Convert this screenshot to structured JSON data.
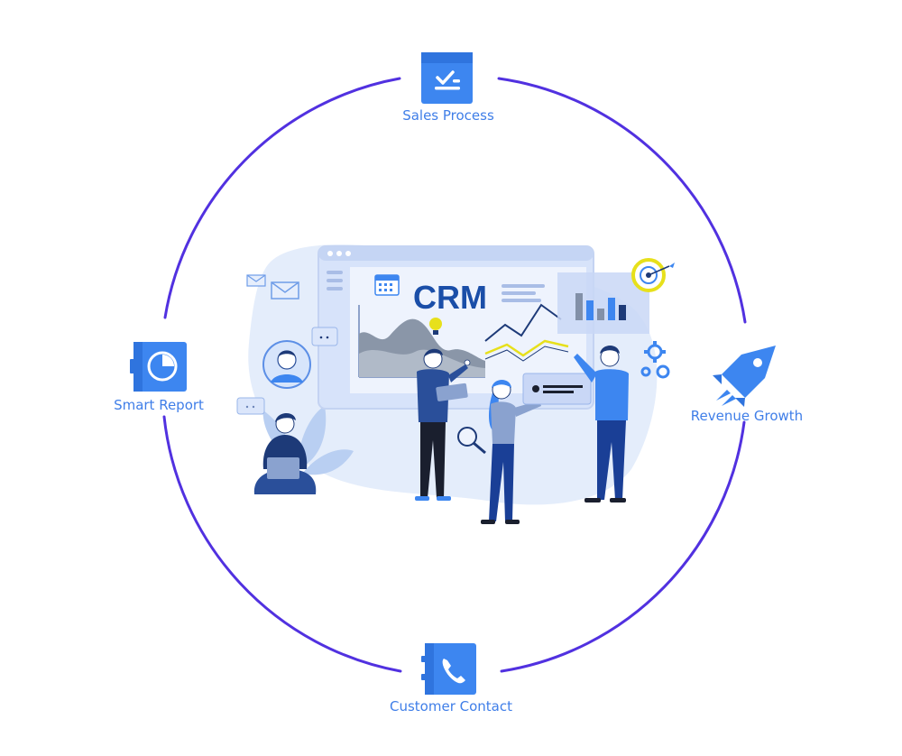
{
  "diagram": {
    "center_title": "CRM",
    "nodes": [
      {
        "id": "sales-process",
        "label": "Sales Process",
        "icon": "checklist-icon"
      },
      {
        "id": "revenue-growth",
        "label": "Revenue Growth",
        "icon": "rocket-icon"
      },
      {
        "id": "customer-contact",
        "label": "Customer Contact",
        "icon": "phone-icon"
      },
      {
        "id": "smart-report",
        "label": "Smart Report",
        "icon": "pie-chart-icon"
      }
    ],
    "colors": {
      "ring": "#5131e0",
      "icon_tile": "#3d86f0",
      "label": "#3f7ee8",
      "crm_text": "#1a4ea8"
    }
  }
}
